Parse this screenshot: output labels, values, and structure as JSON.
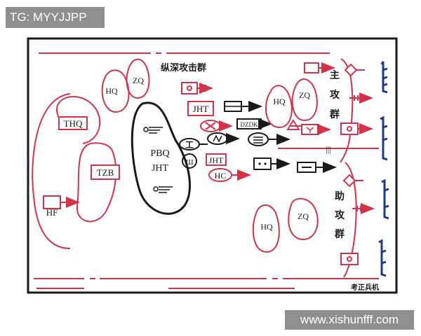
{
  "tag": "TG: MYYJJPP",
  "url": "www.xishunfff.com",
  "watermark": "考正兵机",
  "labels": {
    "hq_top": "HQ",
    "zq_top": "ZQ",
    "deep_group": "纵深攻击群",
    "thq": "THQ",
    "tzb": "TZB",
    "hf": "HF",
    "pbq": "PBQ",
    "jht_center": "JHT",
    "jht_1": "JHT",
    "jht_2": "JHT",
    "hc": "HC",
    "dzdk": "DZDK",
    "hq_right": "HQ",
    "zq_right": "ZQ",
    "main_1": "主",
    "main_2": "攻",
    "main_3": "群",
    "aux_1": "助",
    "aux_2": "攻",
    "aux_3": "群",
    "hq_bottom": "HQ",
    "zq_bottom": "ZQ",
    "gong": "工",
    "tsymbol": "Ш"
  },
  "colors": {
    "red": "#d2334a",
    "blue": "#1e3a8a",
    "black": "#1a1a1a",
    "gray": "#8f8f8f"
  }
}
